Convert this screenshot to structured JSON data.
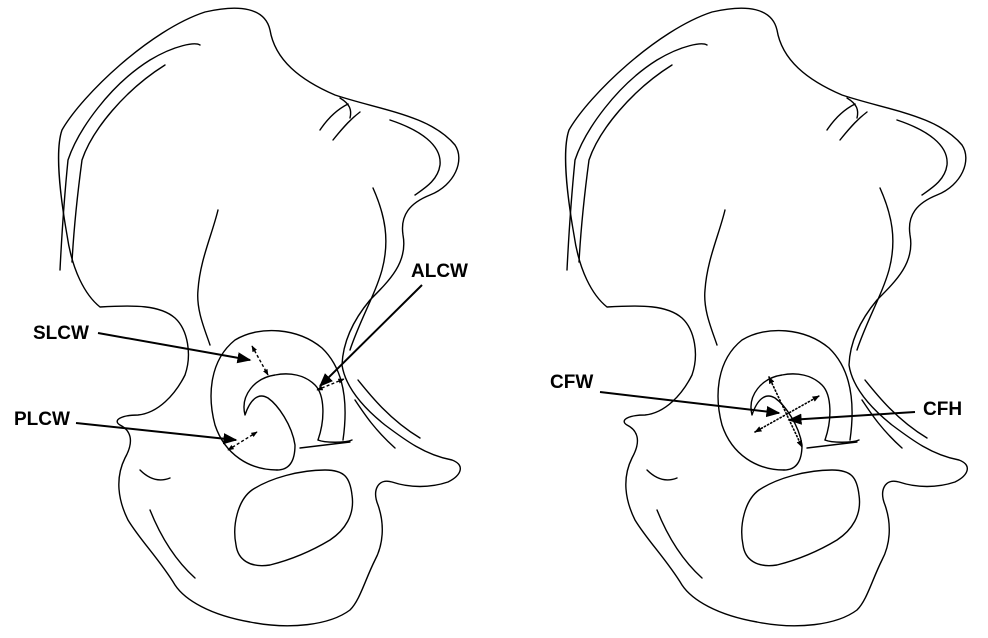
{
  "panels": [
    {
      "labels": {
        "slcw": "SLCW",
        "alcw": "ALCW",
        "plcw": "PLCW"
      }
    },
    {
      "labels": {
        "cfw": "CFW",
        "cfh": "CFH"
      }
    }
  ],
  "style": {
    "line_color": "#000000",
    "background": "#ffffff"
  }
}
